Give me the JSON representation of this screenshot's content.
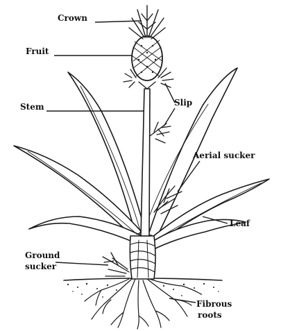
{
  "labels": {
    "crown": "Crown",
    "fruit": "Fruit",
    "stem": "Stem",
    "slip": "Slip",
    "aerial_sucker": "Aerial sucker",
    "leaf": "Leaf",
    "ground_sucker_line1": "Ground",
    "ground_sucker_line2": "sucker",
    "fibrous_roots_line1": "Fibrous",
    "fibrous_roots_line2": "roots"
  }
}
